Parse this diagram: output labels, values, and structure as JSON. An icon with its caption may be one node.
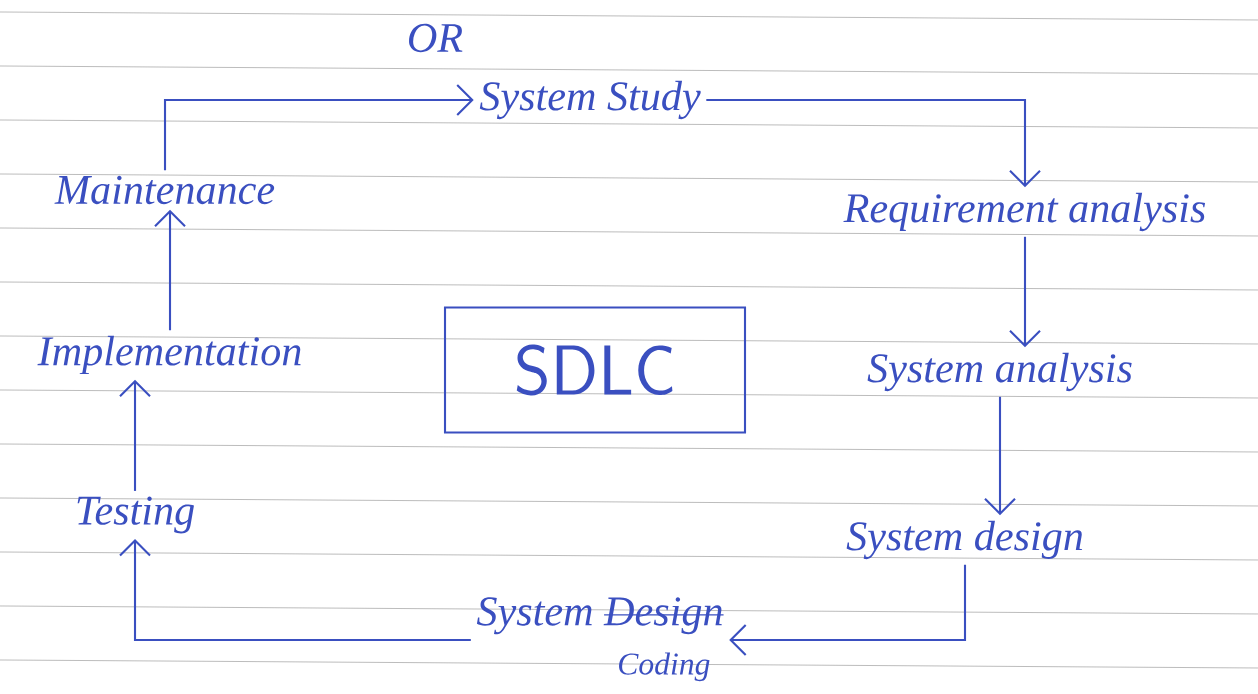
{
  "diagram": {
    "nodes": [
      {
        "text": [
          "System Study"
        ]
      },
      {
        "text": [
          "Requirement analysis"
        ]
      },
      {
        "text": [
          "System analysis"
        ]
      },
      {
        "text": [
          "System design"
        ]
      },
      {
        "text": [
          "System",
          "Design",
          "Coding"
        ]
      },
      {
        "text": [
          "Testing"
        ]
      },
      {
        "text": [
          "Implementation"
        ]
      },
      {
        "text": [
          "Maintenance"
        ]
      },
      {
        "text": [
          "SDLC"
        ]
      }
    ],
    "edges": [
      {
        "from": 0,
        "to": 1,
        "arrow": "to"
      },
      {
        "from": 1,
        "to": 2,
        "arrow": "to"
      },
      {
        "from": 2,
        "to": 3,
        "arrow": "to"
      },
      {
        "from": 3,
        "to": 4,
        "arrow": "to"
      },
      {
        "from": 4,
        "to": 5,
        "arrow": "to"
      },
      {
        "from": 5,
        "to": 6,
        "arrow": "to"
      },
      {
        "from": 6,
        "to": 7,
        "arrow": "to"
      },
      {
        "from": 7,
        "to": 0,
        "arrow": "to"
      }
    ],
    "labels": [
      "OR"
    ]
  }
}
